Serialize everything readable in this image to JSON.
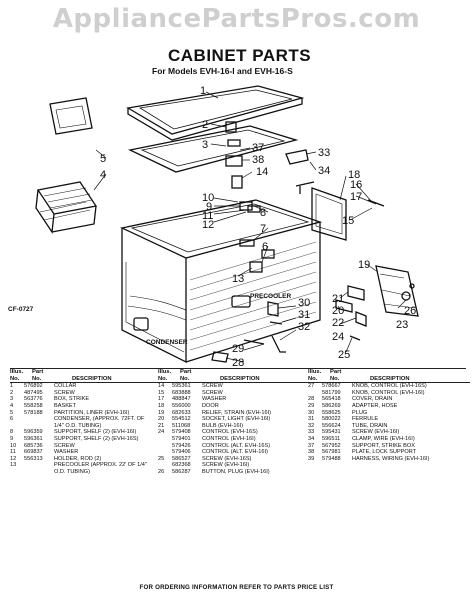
{
  "watermark": "AppliancePartsPros.com",
  "title": "CABINET PARTS",
  "subtitle": "For Models EVH-16-I and EVH-16-S",
  "diagram_labels": {
    "precooler": "PRECOOLER",
    "condenser": "CONDENSER",
    "part_no": "CF-0727"
  },
  "callouts": [
    "1",
    "2",
    "3",
    "37",
    "38",
    "14",
    "33",
    "34",
    "5",
    "4",
    "10",
    "9",
    "11",
    "12",
    "8",
    "7",
    "6",
    "18",
    "16",
    "17",
    "15",
    "13",
    "30",
    "31",
    "32",
    "21",
    "20",
    "22",
    "24",
    "19",
    "26",
    "23",
    "25",
    "29",
    "28"
  ],
  "table": {
    "headers": {
      "illus": "Illus.",
      "no": "No.",
      "part": "Part",
      "part_no": "No.",
      "description": "DESCRIPTION"
    },
    "col1": [
      {
        "no": "1",
        "part": "576892",
        "desc": "COLLAR"
      },
      {
        "no": "2",
        "part": "487495",
        "desc": "SCREW"
      },
      {
        "no": "3",
        "part": "563776",
        "desc": "BOX, STRIKE"
      },
      {
        "no": "4",
        "part": "558258",
        "desc": "BASKET"
      },
      {
        "no": "5",
        "part": "578188",
        "desc": "PARTITION, LINER (EVH-16I)"
      },
      {
        "no": "6",
        "part": "",
        "desc": "CONDENSER, (APPROX. 72FT. OF 1/4\" O.D. TUBING)"
      },
      {
        "no": "8",
        "part": "596359",
        "desc": "SUPPORT, SHELF (2) (EVH-16I)"
      },
      {
        "no": "9",
        "part": "596361",
        "desc": "SUPPORT, SHELF (2) (EVH-16S)"
      },
      {
        "no": "10",
        "part": "685736",
        "desc": "SCREW"
      },
      {
        "no": "11",
        "part": "669837",
        "desc": "WASHER"
      },
      {
        "no": "12",
        "part": "556313",
        "desc": "HOLDER, ROD (2)"
      },
      {
        "no": "13",
        "part": "",
        "desc": "PRECOOLER (APPROX. 22' OF 1/4\" O.D. TUBING)"
      }
    ],
    "col2": [
      {
        "no": "14",
        "part": "595361",
        "desc": "SCREW"
      },
      {
        "no": "15",
        "part": "683888",
        "desc": "SCREW"
      },
      {
        "no": "17",
        "part": "488847",
        "desc": "WASHER"
      },
      {
        "no": "18",
        "part": "556000",
        "desc": "DOOR"
      },
      {
        "no": "19",
        "part": "682633",
        "desc": "RELIEF, STRAIN (EVH-16I)"
      },
      {
        "no": "20",
        "part": "554512",
        "desc": "SOCKET, LIGHT (EVH-16I)"
      },
      {
        "no": "21",
        "part": "511068",
        "desc": "BULB (EVH-16I)"
      },
      {
        "no": "24",
        "part": "579408",
        "desc": "CONTROL (EVH-16S)"
      },
      {
        "no": "",
        "part": "579401",
        "desc": "CONTROL (EVH-16I)"
      },
      {
        "no": "",
        "part": "579426",
        "desc": "CONTROL (ALT. EVH-16S)"
      },
      {
        "no": "",
        "part": "579406",
        "desc": "CONTROL (ALT. EVH-16I)"
      },
      {
        "no": "25",
        "part": "586527",
        "desc": "SCREW (EVH-16S)"
      },
      {
        "no": "",
        "part": "682368",
        "desc": "SCREW (EVH-16I)"
      },
      {
        "no": "26",
        "part": "586287",
        "desc": "BUTTON, PLUG (EVH-16I)"
      }
    ],
    "col3": [
      {
        "no": "27",
        "part": "578667",
        "desc": "KNOB, CONTROL (EVH-16S)"
      },
      {
        "no": "",
        "part": "581799",
        "desc": "KNOB, CONTROL (EVH-16I)"
      },
      {
        "no": "28",
        "part": "565418",
        "desc": "COVER, DRAIN"
      },
      {
        "no": "29",
        "part": "586269",
        "desc": "ADAPTER, HOSE"
      },
      {
        "no": "30",
        "part": "558625",
        "desc": "PLUG"
      },
      {
        "no": "31",
        "part": "580022",
        "desc": "FERRULE"
      },
      {
        "no": "32",
        "part": "556624",
        "desc": "TUBE, DRAIN"
      },
      {
        "no": "33",
        "part": "595431",
        "desc": "SCREW (EVH-16I)"
      },
      {
        "no": "34",
        "part": "596511",
        "desc": "CLAMP, WIRE (EVH-16I)"
      },
      {
        "no": "37",
        "part": "567952",
        "desc": "SUPPORT, STRIKE BOX"
      },
      {
        "no": "38",
        "part": "567981",
        "desc": "PLATE, LOCK SUPPORT"
      },
      {
        "no": "39",
        "part": "579488",
        "desc": "HARNESS, WIRING (EVH-16I)"
      }
    ]
  },
  "footer": "FOR ORDERING INFORMATION REFER TO PARTS PRICE LIST"
}
